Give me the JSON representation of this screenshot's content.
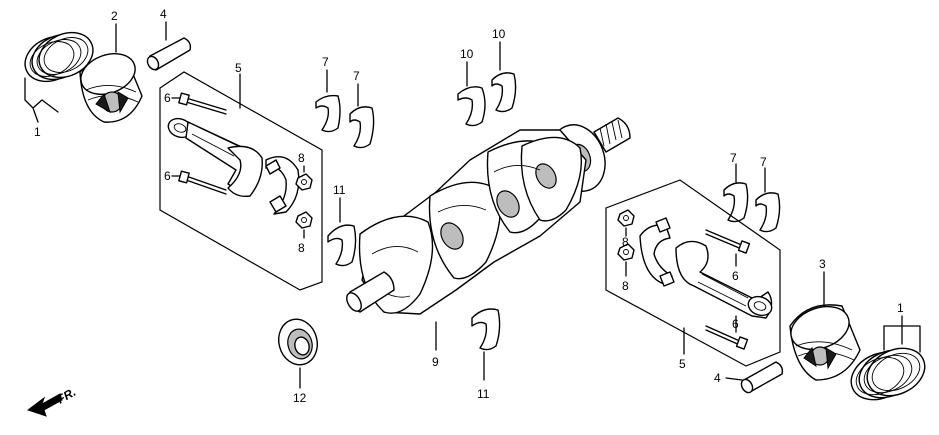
{
  "callouts": {
    "c1_left": "1",
    "c2": "2",
    "c4_top": "4",
    "c5_left": "5",
    "c6_a": "6",
    "c6_b": "6",
    "c8_a": "8",
    "c8_b": "8",
    "c7_a": "7",
    "c7_b": "7",
    "c11_left": "11",
    "c10_a": "10",
    "c10_b": "10",
    "c9": "9",
    "c12": "12",
    "c11_bottom": "11",
    "c7_c": "7",
    "c7_d": "7",
    "c8_c": "8",
    "c8_d": "8",
    "c6_c": "6",
    "c6_d": "6",
    "c3": "3",
    "c1_right": "1",
    "c5_right": "5",
    "c4_bottom": "4"
  },
  "direction_label": "FR.",
  "colors": {
    "ink": "#000000",
    "paper": "#ffffff"
  }
}
